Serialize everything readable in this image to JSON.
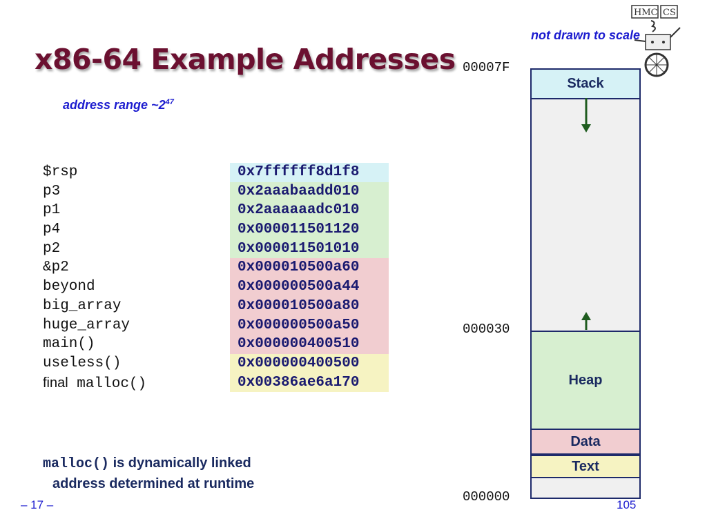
{
  "slide": {
    "title": "x86-64 Example Addresses",
    "scale_note": "not drawn to scale",
    "range_note_prefix": "address range ~2",
    "range_note_exponent": "47",
    "footer_left": "– 17 –",
    "footer_right": "105"
  },
  "logo": {
    "text_left": "HMC",
    "text_right": "CS"
  },
  "variables": [
    {
      "name": "$rsp",
      "address": "0x7ffffff8d1f8",
      "region": "stack",
      "color": "#d6f2f6"
    },
    {
      "name": "p3",
      "address": "0x2aaabaadd010",
      "region": "heap",
      "color": "#d7efd0"
    },
    {
      "name": "p1",
      "address": "0x2aaaaaadc010",
      "region": "heap",
      "color": "#d7efd0"
    },
    {
      "name": "p4",
      "address": "0x000011501120",
      "region": "heap",
      "color": "#d7efd0"
    },
    {
      "name": "p2",
      "address": "0x000011501010",
      "region": "heap",
      "color": "#d7efd0"
    },
    {
      "name": "&p2",
      "address": "0x000010500a60",
      "region": "data",
      "color": "#f1cdd0"
    },
    {
      "name": "beyond",
      "address": "0x000000500a44",
      "region": "data",
      "color": "#f1cdd0"
    },
    {
      "name": "big_array",
      "address": "0x000010500a80",
      "region": "data",
      "color": "#f1cdd0"
    },
    {
      "name": "huge_array",
      "address": "0x000000500a50",
      "region": "data",
      "color": "#f1cdd0"
    },
    {
      "name": "main()",
      "address": "0x000000400510",
      "region": "data",
      "color": "#f1cdd0"
    },
    {
      "name": "useless()",
      "address": "0x000000400500",
      "region": "text",
      "color": "#f6f3c2"
    },
    {
      "name_prefix": "final",
      "name": " malloc()",
      "address": "0x00386ae6a170",
      "region": "text",
      "color": "#f6f3c2"
    }
  ],
  "memory_map": {
    "top_address": "00007F",
    "mid_address": "000030",
    "bottom_address": "000000",
    "segments": {
      "stack": "Stack",
      "heap": "Heap",
      "data": "Data",
      "text": "Text"
    },
    "colors": {
      "stack": "#d6f2f6",
      "heap": "#d7efd0",
      "data": "#f1cdd0",
      "text": "#f6f3c2",
      "arrow": "#1f5c1f"
    }
  },
  "malloc_note": {
    "code": "malloc()",
    "line1": " is dynamically linked",
    "line2": "address determined at runtime"
  }
}
